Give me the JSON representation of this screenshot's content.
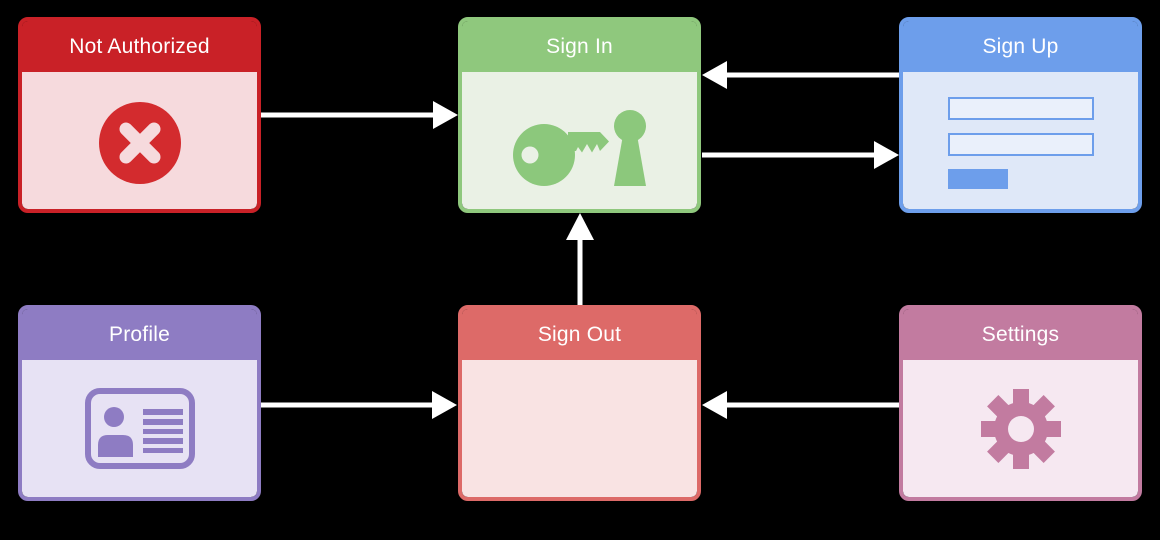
{
  "diagram": {
    "background_color": "#000000",
    "arrow_color": "#ffffff",
    "nodes": [
      {
        "id": "not-authorized",
        "title": "Not Authorized",
        "header_color": "#c92127",
        "body_color": "#f6dadd",
        "icon": "x-circle-icon"
      },
      {
        "id": "sign-in",
        "title": "Sign In",
        "header_color": "#8fc87d",
        "body_color": "#eaf1e5",
        "icon": "key-keyhole-icon"
      },
      {
        "id": "sign-up",
        "title": "Sign Up",
        "header_color": "#6d9eeb",
        "body_color": "#dfe8f8",
        "icon": "signup-form-icon"
      },
      {
        "id": "profile",
        "title": "Profile",
        "header_color": "#8e7cc3",
        "body_color": "#e7e2f4",
        "icon": "id-card-icon"
      },
      {
        "id": "sign-out",
        "title": "Sign Out",
        "header_color": "#dd6a68",
        "body_color": "#f9e3e3",
        "icon": null
      },
      {
        "id": "settings",
        "title": "Settings",
        "header_color": "#c27ba0",
        "body_color": "#f6e8f1",
        "icon": "gear-icon"
      }
    ],
    "edges": [
      {
        "from": "not-authorized",
        "to": "sign-in"
      },
      {
        "from": "sign-up",
        "to": "sign-in"
      },
      {
        "from": "sign-in",
        "to": "sign-up"
      },
      {
        "from": "sign-out",
        "to": "sign-in"
      },
      {
        "from": "profile",
        "to": "sign-out"
      },
      {
        "from": "settings",
        "to": "sign-out"
      }
    ]
  }
}
